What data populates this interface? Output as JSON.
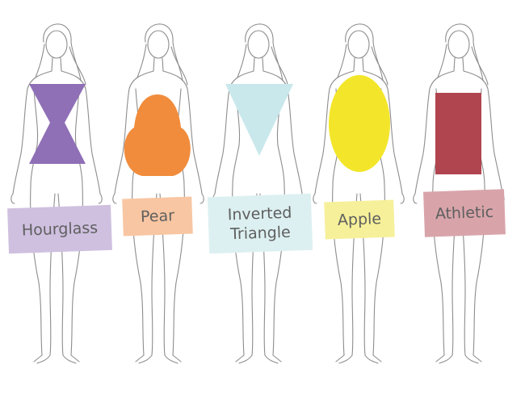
{
  "shapes": [
    {
      "id": "hourglass",
      "label": "Hourglass",
      "shape_color": "#8f6fb6",
      "label_bg": "#cfc0e0"
    },
    {
      "id": "pear",
      "label": "Pear",
      "shape_color": "#f08c3c",
      "label_bg": "#f8c6a2"
    },
    {
      "id": "inverted",
      "label": "Inverted\nTriangle",
      "shape_color": "#c9e8ec",
      "label_bg": "#ddf0f1"
    },
    {
      "id": "apple",
      "label": "Apple",
      "shape_color": "#f3e62a",
      "label_bg": "#f6f09a"
    },
    {
      "id": "athletic",
      "label": "Athletic",
      "shape_color": "#b04550",
      "label_bg": "#d8a4aa"
    }
  ]
}
